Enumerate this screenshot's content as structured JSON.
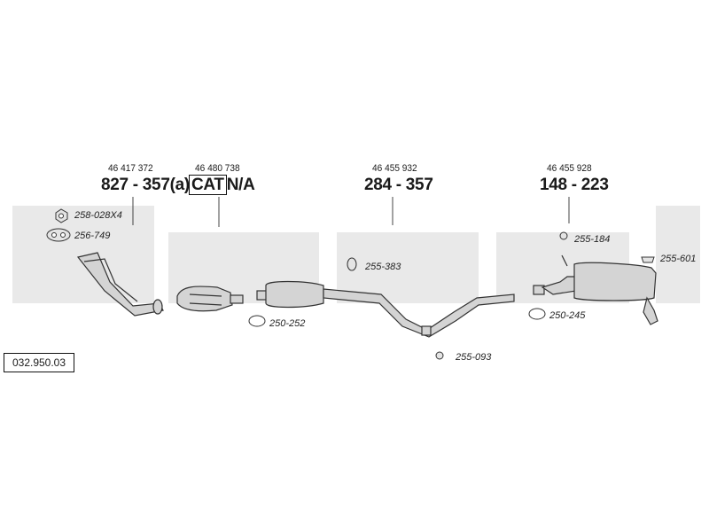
{
  "groups": [
    {
      "oe": "46 417 372",
      "part": "827 - 357(a)"
    },
    {
      "oe": "46 480 738",
      "part_boxed": "CAT",
      "part_suffix": "N/A"
    },
    {
      "oe": "46 455 932",
      "part": "284 - 357"
    },
    {
      "oe": "46 455 928",
      "part": "148 - 223"
    }
  ],
  "accessories": {
    "nut": "258-028X4",
    "gasket": "256-749",
    "clamp_front": "250-252",
    "rubber_front": "255-383",
    "hanger_mid": "255-093",
    "rubber_rear_top": "255-184",
    "hanger_rear": "255-601",
    "clamp_rear": "250-245"
  },
  "diagram_ref": "032.950.03",
  "colors": {
    "watermark": "#e9e9e9",
    "line": "#333333",
    "part_fill": "#d4d4d4"
  }
}
